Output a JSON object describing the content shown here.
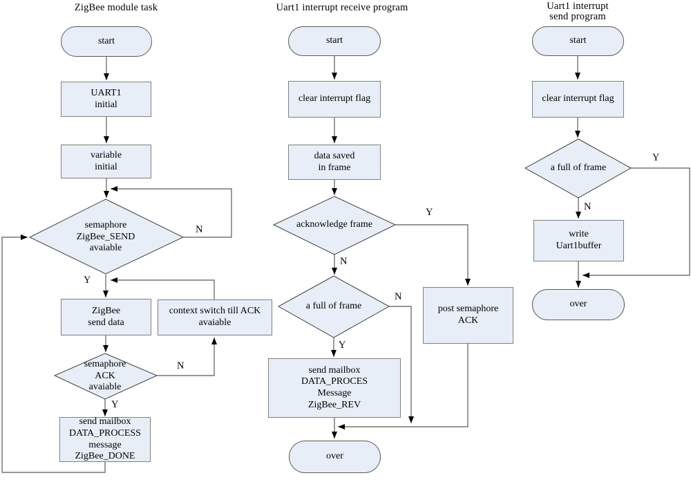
{
  "diagram": {
    "colors": {
      "node_fill": "#e8eef7",
      "rect_border": "#7f7f7f",
      "oval_border": "#595959",
      "diamond_border": "#404040",
      "connector": "#595959",
      "arrowhead": "#000000",
      "text": "#000000",
      "background": "#ffffff"
    },
    "columns": [
      {
        "title": "ZigBee module task",
        "nodes": {
          "start": "start",
          "uart1_initial": "UART1\ninitial",
          "variable_initial": "variable\ninitial",
          "semaphore_send_decision": "semaphore\nZigBee_SEND\navaiable",
          "zigbee_send_data": "ZigBee\nsend data",
          "context_switch": "context switch till ACK\navaiable",
          "semaphore_ack_decision": "semaphore\nACK\navaiable",
          "send_mailbox": "send mailbox\nDATA_PROCESS\nmessage\nZigBee_DONE"
        },
        "edge_labels": {
          "semaphore_send_no": "N",
          "semaphore_send_yes": "Y",
          "semaphore_ack_no": "N",
          "semaphore_ack_yes": "Y"
        }
      },
      {
        "title": "Uart1 interrupt receive program",
        "nodes": {
          "start": "start",
          "clear_interrupt_flag": "clear interrupt flag",
          "data_saved": "data saved\nin frame",
          "acknowledge_frame_decision": "acknowledge frame",
          "full_of_frame_decision": "a full of frame",
          "post_semaphore": "post semaphore\nACK",
          "send_mailbox": "send mailbox\nDATA_PROCES\nMessage\nZigBee_REV",
          "over": "over"
        },
        "edge_labels": {
          "acknowledge_yes": "Y",
          "acknowledge_no": "N",
          "full_of_frame_no": "N",
          "full_of_frame_yes": "Y"
        }
      },
      {
        "title": "Uart1 interrupt\nsend program",
        "nodes": {
          "start": "start",
          "clear_interrupt_flag": "clear interrupt flag",
          "full_of_frame_decision": "a full of frame",
          "write_buffer": "write\nUart1buffer",
          "over": "over"
        },
        "edge_labels": {
          "full_of_frame_yes": "Y",
          "full_of_frame_no": "N"
        }
      }
    ]
  }
}
